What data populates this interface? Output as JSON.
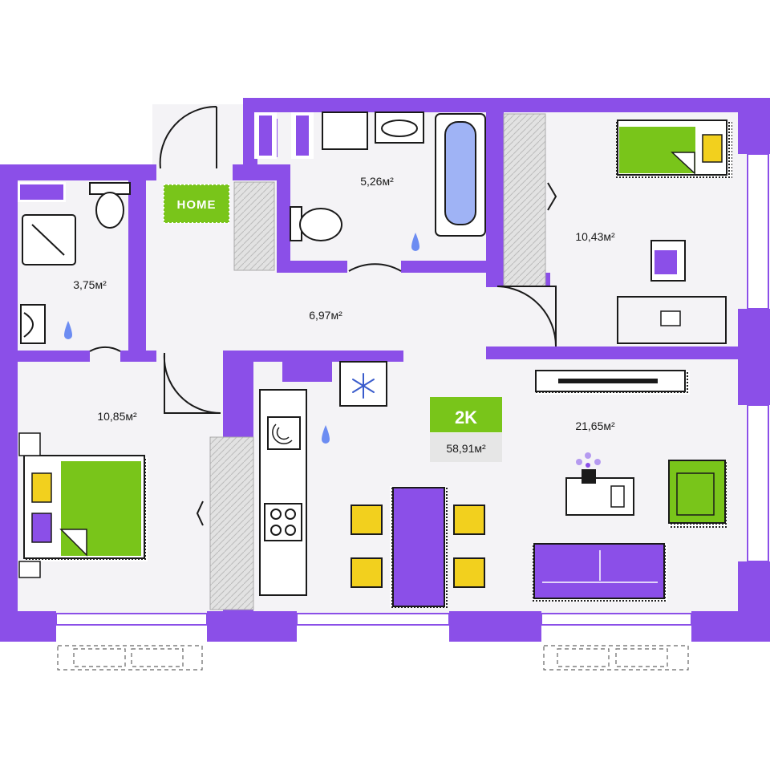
{
  "colors": {
    "wall": "#8b4fe8",
    "accent_green": "#79c51a",
    "accent_yellow": "#f2d01e",
    "floor": "#f4f3f6",
    "fixture_bg": "#ffffff",
    "hatch": "#d9d9d9",
    "water": "#6c8cf2"
  },
  "badge": {
    "label": "HOME"
  },
  "apartment": {
    "type": "2K",
    "total_area": "58,91м²"
  },
  "rooms": [
    {
      "id": "bathroom",
      "area": "5,26м²"
    },
    {
      "id": "bedroom-top-right",
      "area": "10,43м²"
    },
    {
      "id": "wc",
      "area": "3,75м²"
    },
    {
      "id": "hall",
      "area": "6,97м²"
    },
    {
      "id": "bedroom-left",
      "area": "10,85м²"
    },
    {
      "id": "living-kitchen",
      "area": "21,65м²"
    }
  ],
  "icons": [
    "water-drop-icon",
    "snowflake-icon",
    "stove-icon",
    "washer-icon",
    "flower-icon"
  ]
}
